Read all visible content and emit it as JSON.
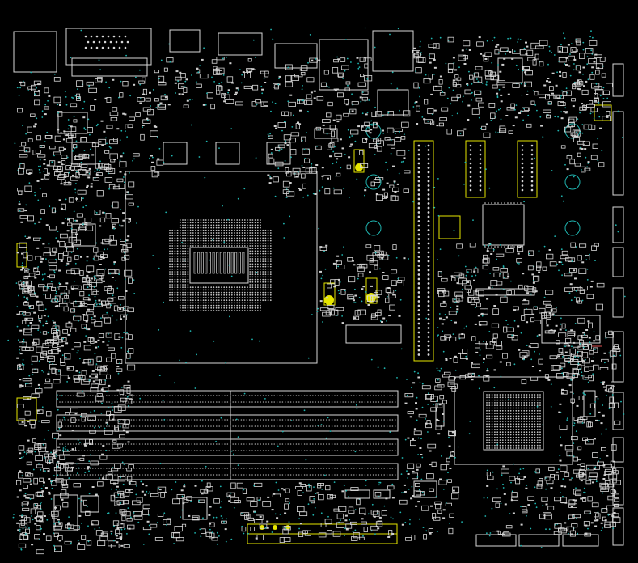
{
  "colors": {
    "background": "#000000",
    "outline": "#d8d8d8",
    "via": "#1fb5b0",
    "highlight": "#e6e600",
    "marker": "#e05050"
  },
  "layers": {
    "cpu_socket": "cpu-socket",
    "dimm_slots": 4,
    "pcie_slots": 3
  }
}
